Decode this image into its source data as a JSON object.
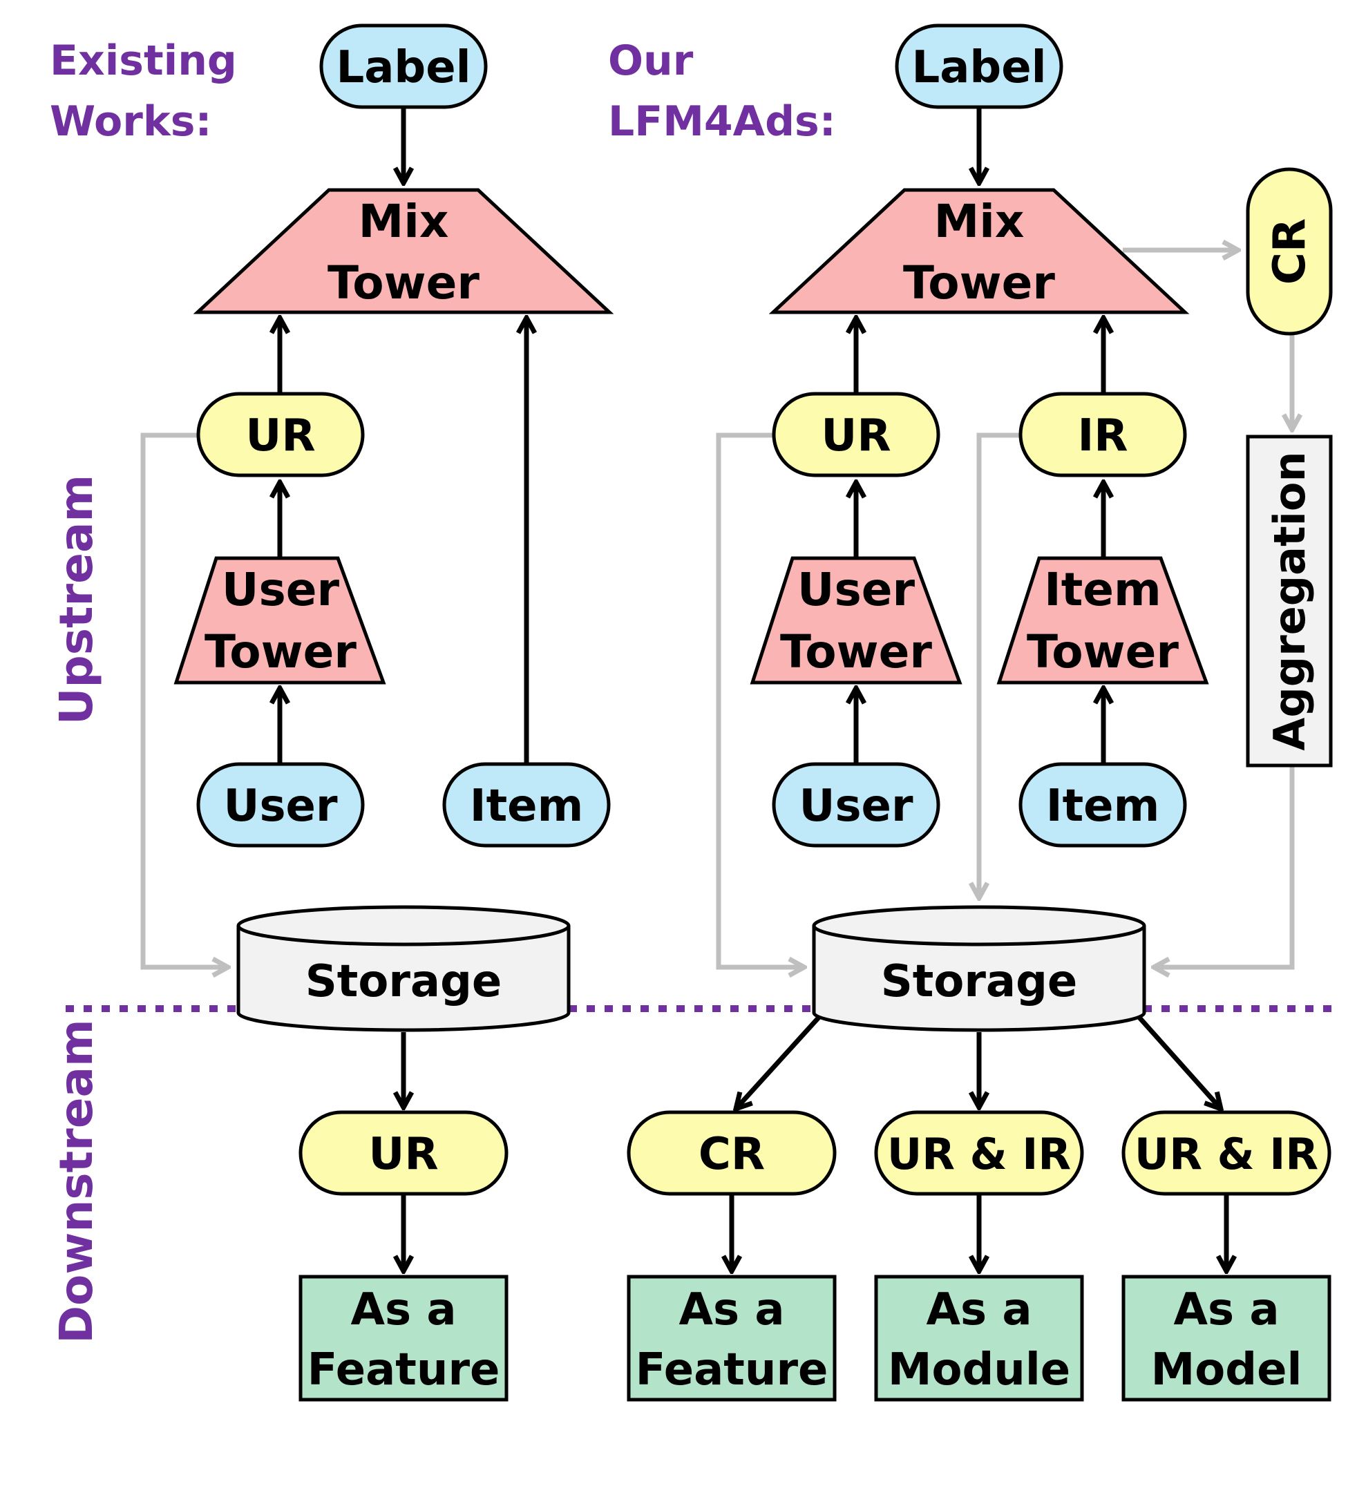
{
  "colors": {
    "input": "#bfe9f9",
    "representation": "#fdfbae",
    "tower": "#fbb4b4",
    "usage": "#b3e3c8",
    "storage": "#f2f2f2",
    "aggregation": "#f2f2f2",
    "heading": "#7030a0",
    "gray_arrow": "#bfbfbf"
  },
  "headings": {
    "existing": [
      "Existing",
      "Works:"
    ],
    "ours": [
      "Our",
      "LFM4Ads:"
    ]
  },
  "sections": {
    "upstream": "Upstream",
    "downstream": "Downstream"
  },
  "existing": {
    "label": "Label",
    "mix_tower": [
      "Mix",
      "Tower"
    ],
    "ur": "UR",
    "user_tower": [
      "User",
      "Tower"
    ],
    "user": "User",
    "item": "Item",
    "storage": "Storage",
    "downstream_rep": "UR",
    "usage": [
      "As a",
      "Feature"
    ]
  },
  "ours": {
    "label": "Label",
    "mix_tower": [
      "Mix",
      "Tower"
    ],
    "cr": "CR",
    "aggregation": "Aggregation",
    "ur": "UR",
    "ir": "IR",
    "user_tower": [
      "User",
      "Tower"
    ],
    "item_tower": [
      "Item",
      "Tower"
    ],
    "user": "User",
    "item": "Item",
    "storage": "Storage",
    "downstream": [
      {
        "rep": "CR",
        "usage": [
          "As a",
          "Feature"
        ]
      },
      {
        "rep": "UR & IR",
        "usage": [
          "As a",
          "Module"
        ]
      },
      {
        "rep": "UR & IR",
        "usage": [
          "As a",
          "Model"
        ]
      }
    ]
  }
}
